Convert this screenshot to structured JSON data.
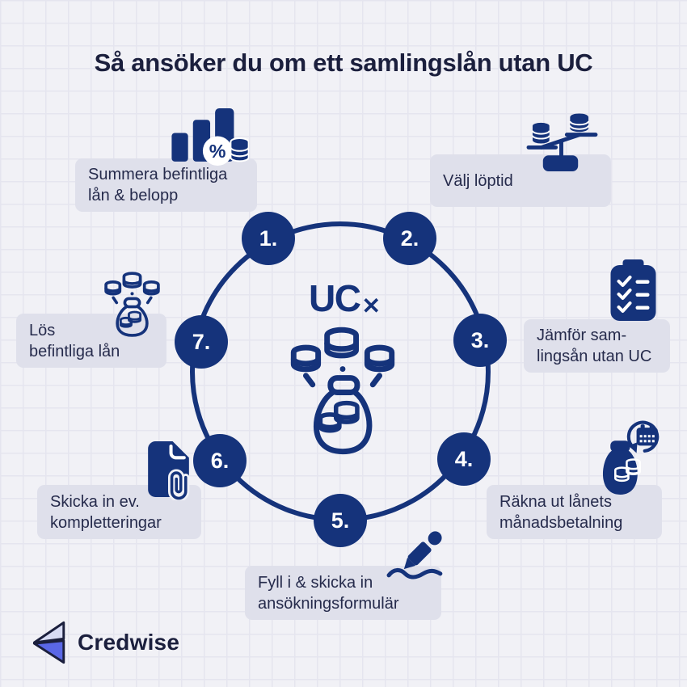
{
  "title": "Så ansöker du om ett samlingslån utan UC",
  "center_logo": {
    "text": "UC",
    "cross": "✕"
  },
  "steps": [
    {
      "number": "1.",
      "line1": "Summera befintliga",
      "line2": "lån & belopp",
      "icon": "bar-chart-percent-coins-icon"
    },
    {
      "number": "2.",
      "line1": "Välj löptid",
      "line2": "",
      "icon": "balance-scale-coins-icon"
    },
    {
      "number": "3.",
      "line1": "Jämför sam-",
      "line2": "lingsån utan UC",
      "icon": "clipboard-checklist-icon"
    },
    {
      "number": "4.",
      "line1": "Räkna ut lånets",
      "line2": "månadsbetalning",
      "icon": "moneybag-calendar-icon"
    },
    {
      "number": "5.",
      "line1": "Fyll i & skicka in",
      "line2": "ansökningsformulär",
      "icon": "pen-signature-icon"
    },
    {
      "number": "6.",
      "line1": "Skicka in ev.",
      "line2": "kompletteringar",
      "icon": "document-paperclip-icon"
    },
    {
      "number": "7.",
      "line1": "Lös",
      "line2": "befintliga lån",
      "icon": "moneybag-coins-icon"
    }
  ],
  "footer": {
    "brand": "Credwise"
  },
  "colors": {
    "navy": "#15337b",
    "ink": "#1b1f3d",
    "label_ink": "#262b4c",
    "box_bg": "#dfe0eb",
    "page_bg": "#f1f1f6",
    "grid_line": "#e5e5ef",
    "logo_light": "#d8dcf4",
    "logo_blue": "#5a67e6",
    "white": "#ffffff"
  }
}
